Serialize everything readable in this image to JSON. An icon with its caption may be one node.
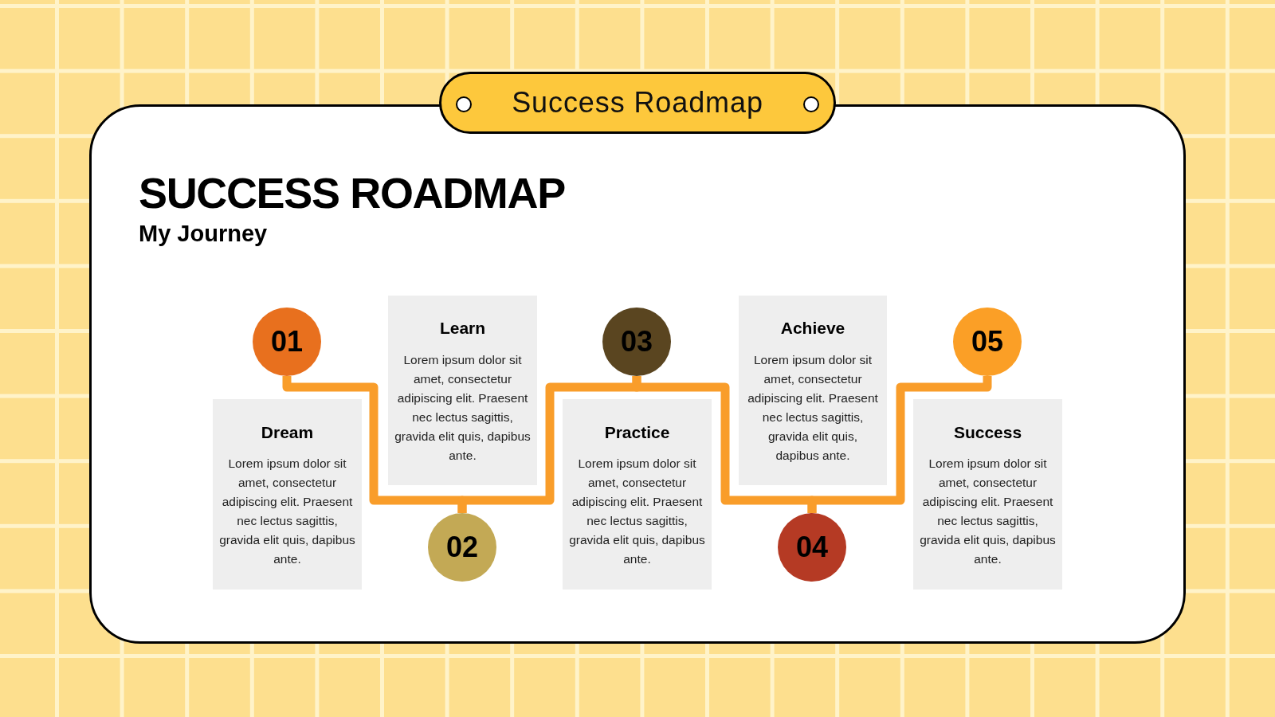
{
  "diagram": {
    "title": "SUCCESS ROADMAP",
    "nodes": [
      {
        "text": [
          "Success Roadmap"
        ]
      },
      {
        "text": [
          "01"
        ]
      },
      {
        "text": [
          "02"
        ]
      },
      {
        "text": [
          "03"
        ]
      },
      {
        "text": [
          "04"
        ]
      },
      {
        "text": [
          "05"
        ]
      },
      {
        "text": [
          "Dream",
          "Lorem ipsum dolor sit amet, consectetur adipiscing elit. Praesent nec lectus sagittis, gravida elit quis, dapibus ante."
        ]
      },
      {
        "text": [
          "Learn",
          "Lorem ipsum dolor sit amet, consectetur adipiscing elit. Praesent nec lectus sagittis, gravida elit quis, dapibus ante."
        ]
      },
      {
        "text": [
          "Practice",
          "Lorem ipsum dolor sit amet, consectetur adipiscing elit. Praesent nec lectus sagittis, gravida elit quis, dapibus ante."
        ]
      },
      {
        "text": [
          "Achieve",
          "Lorem ipsum dolor sit amet, consectetur adipiscing elit. Praesent nec lectus sagittis, gravida elit quis, dapibus ante."
        ]
      },
      {
        "text": [
          "Success",
          "Lorem ipsum dolor sit amet, consectetur adipiscing elit. Praesent nec lectus sagittis, gravida elit quis, dapibus ante."
        ]
      }
    ],
    "edges": [
      {
        "from": 1,
        "to": 2,
        "arrow": "none",
        "color": "#f99d2a"
      },
      {
        "from": 2,
        "to": 3,
        "arrow": "none",
        "color": "#f99d2a"
      },
      {
        "from": 3,
        "to": 4,
        "arrow": "none",
        "color": "#f99d2a"
      },
      {
        "from": 4,
        "to": 5,
        "arrow": "none",
        "color": "#f99d2a"
      }
    ],
    "labels": [
      "My Journey"
    ]
  }
}
